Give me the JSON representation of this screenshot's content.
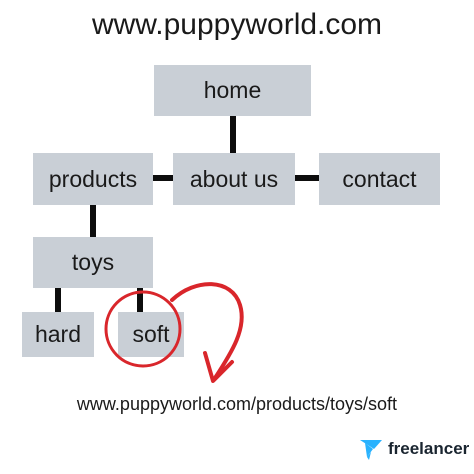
{
  "title": "www.puppyworld.com",
  "nodes": {
    "home": "home",
    "products": "products",
    "about_us": "about us",
    "contact": "contact",
    "toys": "toys",
    "hard": "hard",
    "soft": "soft"
  },
  "result_url": "www.puppyworld.com/products/toys/soft",
  "brand": {
    "name": "freelancer",
    "icon": "freelancer-bird-icon",
    "color": "#29b2fe"
  },
  "colors": {
    "box": "#c9cfd6",
    "connector": "#0d0d0d",
    "highlight": "#d9262b"
  }
}
